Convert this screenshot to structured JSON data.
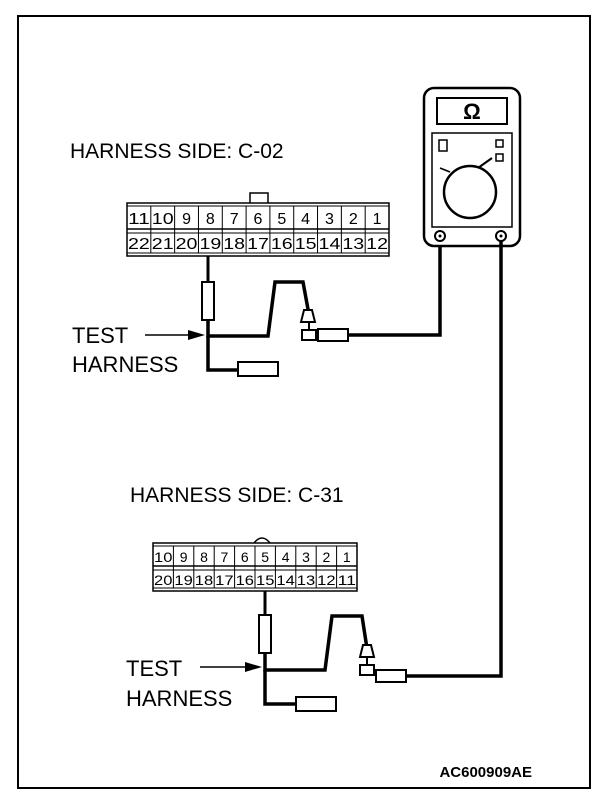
{
  "connector_a": {
    "title": "HARNESS SIDE: C-02",
    "top_pins": [
      "11",
      "10",
      "9",
      "8",
      "7",
      "6",
      "5",
      "4",
      "3",
      "2",
      "1"
    ],
    "bottom_pins": [
      "22",
      "21",
      "20",
      "19",
      "18",
      "17",
      "16",
      "15",
      "14",
      "13",
      "12"
    ]
  },
  "connector_b": {
    "title": "HARNESS SIDE: C-31",
    "top_pins": [
      "10",
      "9",
      "8",
      "7",
      "6",
      "5",
      "4",
      "3",
      "2",
      "1"
    ],
    "bottom_pins": [
      "20",
      "19",
      "18",
      "17",
      "16",
      "15",
      "14",
      "13",
      "12",
      "11"
    ]
  },
  "test_harness_a": {
    "line1": "TEST",
    "line2": "HARNESS"
  },
  "test_harness_b": {
    "line1": "TEST",
    "line2": "HARNESS"
  },
  "meter": {
    "symbol": "Ω"
  },
  "figure_code": "AC600909AE"
}
